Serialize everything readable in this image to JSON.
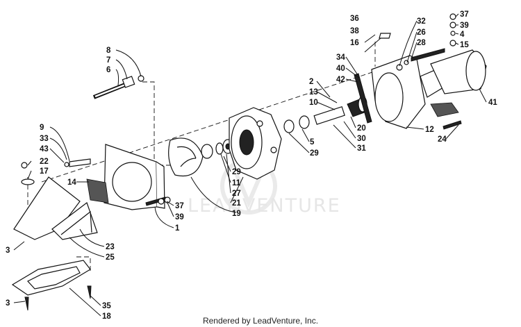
{
  "watermark": "LEADVENTURE",
  "footer": "Rendered by LeadVenture, Inc.",
  "callouts": [
    "36",
    "32",
    "37",
    "38",
    "26",
    "39",
    "16",
    "28",
    "4",
    "15",
    "34",
    "40",
    "42",
    "41",
    "8",
    "7",
    "6",
    "2",
    "13",
    "10",
    "20",
    "30",
    "31",
    "9",
    "33",
    "43",
    "22",
    "17",
    "5",
    "29",
    "12",
    "24",
    "14",
    "29",
    "11",
    "27",
    "21",
    "19",
    "37",
    "39",
    "1",
    "3",
    "23",
    "25",
    "3",
    "35",
    "18"
  ]
}
